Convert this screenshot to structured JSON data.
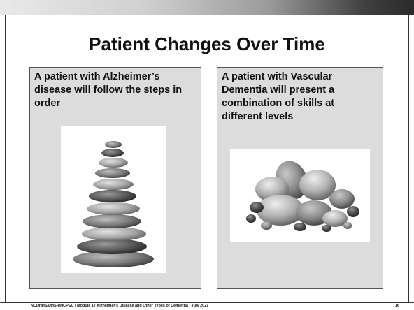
{
  "slide": {
    "title": "Patient Changes Over Time",
    "left_panel": {
      "text": "A patient with Alzheimer’s disease will follow the steps in order",
      "image": "stacked-stones-cairn"
    },
    "right_panel": {
      "text": "A patient with Vascular Dementia will present a combination of skills at different levels",
      "image": "scattered-pebbles-pile"
    },
    "footer": "NCDHHS/DHSR/HCPEC | Module 17 Alzheimer’s Disease and Other Types of Dementia | July 2021",
    "page_number": "16"
  }
}
